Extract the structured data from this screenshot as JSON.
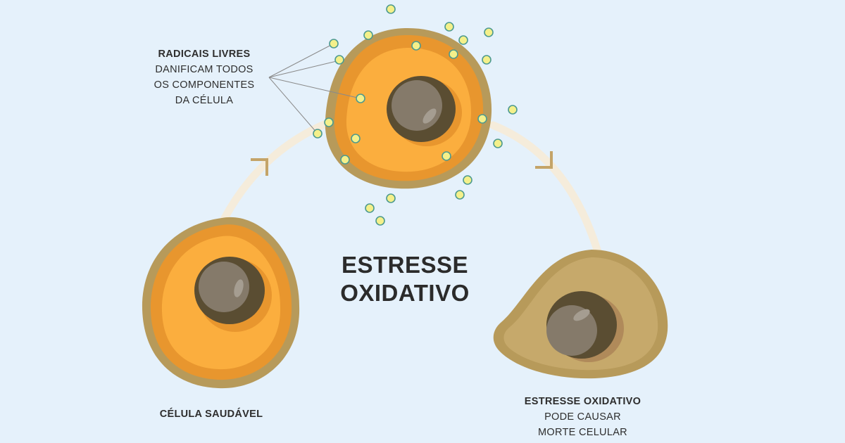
{
  "title": {
    "line1": "ESTRESSE",
    "line2": "OXIDATIVO"
  },
  "free_radicals_label": {
    "heading": "RADICAIS LIVRES",
    "line1": "DANIFICAM TODOS",
    "line2": "OS COMPONENTES",
    "line3": "DA CÉLULA"
  },
  "healthy_cell_label": {
    "heading": "CÉLULA SAUDÁVEL"
  },
  "cell_death_label": {
    "heading": "ESTRESSE OXIDATIVO",
    "line1": "PODE CAUSAR",
    "line2": "MORTE CELULAR"
  },
  "colors": {
    "background": "#e5f1fb",
    "cell_membrane": "#b79a5a",
    "healthy_cytoplasm": "#fbae3e",
    "cell_inner_ring": "#e8962e",
    "nucleus_outer": "#5a4d32",
    "nucleus_inner": "#857a6a",
    "dying_cytoplasm": "#c6a96b",
    "radical_fill": "#f4f08a",
    "radical_stroke": "#4d9a8f",
    "arrow": "#f5ecdb"
  }
}
